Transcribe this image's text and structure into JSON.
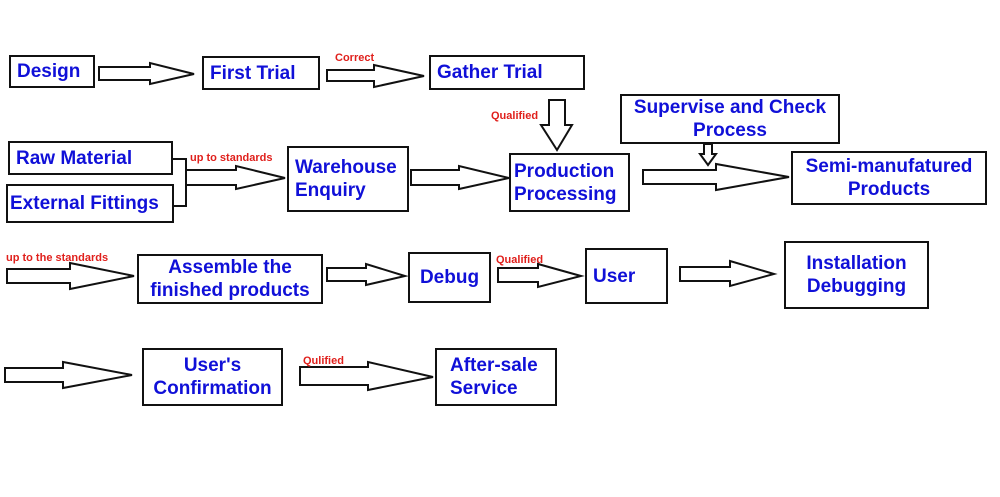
{
  "nodes": {
    "design": "Design",
    "first_trial": "First Trial",
    "gather_trial": "Gather Trial",
    "supervise": [
      "Supervise and Check",
      "Process"
    ],
    "raw_material": "Raw Material",
    "external_fittings": "External Fittings",
    "warehouse": [
      "Warehouse",
      "Enquiry"
    ],
    "production": [
      "Production",
      "Processing"
    ],
    "semi": [
      "Semi-manufatured",
      "Products"
    ],
    "assemble": [
      "Assemble the",
      "finished products"
    ],
    "debug": "Debug",
    "user": "User",
    "installation": [
      "Installation",
      "Debugging"
    ],
    "confirmation": [
      "User's",
      "Confirmation"
    ],
    "after_sale": [
      "After-sale",
      "Service"
    ]
  },
  "edge_labels": {
    "correct": "Correct",
    "qualified_1": "Qualified",
    "up_to_standards": "up to standards",
    "up_to_the_standards": "up to the standards",
    "qualified_2": "Qualified",
    "qulified": "Qulified"
  },
  "colors": {
    "node_text": "#1010d8",
    "edge_label_text": "#e0201c",
    "border": "#111111"
  }
}
